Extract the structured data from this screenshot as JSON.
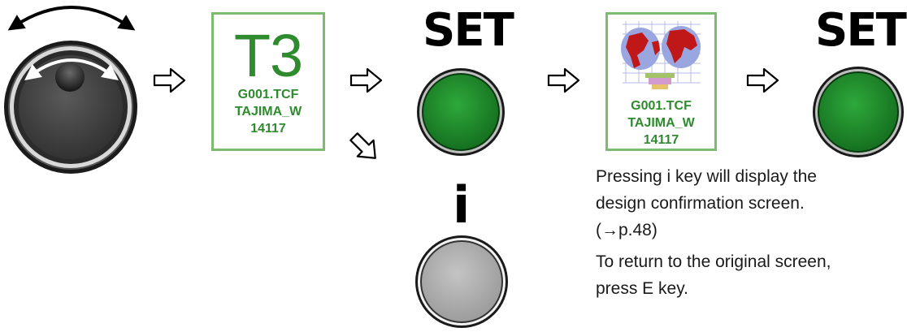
{
  "dial": {
    "icon": "jog-dial-icon"
  },
  "arrows": {
    "icon": "outline-arrow-right-icon",
    "diag_icon": "outline-arrow-down-right-icon"
  },
  "screen1": {
    "big_text": "T3",
    "lines": [
      "G001.TCF",
      "TAJIMA_W",
      "14117"
    ]
  },
  "screen2": {
    "image_icon": "world-map-design-thumbnail",
    "lines": [
      "G001.TCF",
      "TAJIMA_W",
      "14117"
    ]
  },
  "set_key": {
    "label": "SET",
    "color": "#1f8a2a"
  },
  "i_key": {
    "label": "i",
    "color": "#b3b3b3"
  },
  "description": {
    "paragraph1_line1": "Pressing i key will display the",
    "paragraph1_line2": "design confirmation screen.",
    "paragraph1_line3": "(→p.48)",
    "paragraph2_line1": "To return to the original screen,",
    "paragraph2_line2": "press E key."
  },
  "colors": {
    "screen_border": "#7dbb6e",
    "screen_text": "#2e8b2e",
    "green_button": "#1f8a2a"
  }
}
